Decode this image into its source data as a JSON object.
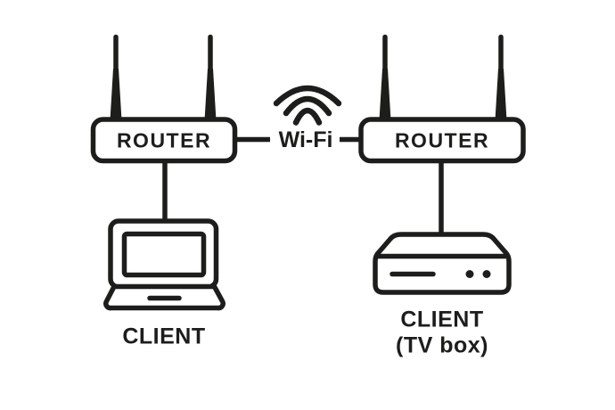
{
  "diagram": {
    "background_color": "#ffffff",
    "line_color": "#1d1d1b",
    "left_router": {
      "label": "ROUTER",
      "device": "wireless-router"
    },
    "right_router": {
      "label": "ROUTER",
      "device": "wireless-router"
    },
    "wifi_link": {
      "label": "Wi-Fi"
    },
    "left_client": {
      "label": "CLIENT",
      "device": "laptop"
    },
    "right_client": {
      "label": "CLIENT",
      "sublabel": "(TV box)",
      "device": "tv-box"
    }
  }
}
